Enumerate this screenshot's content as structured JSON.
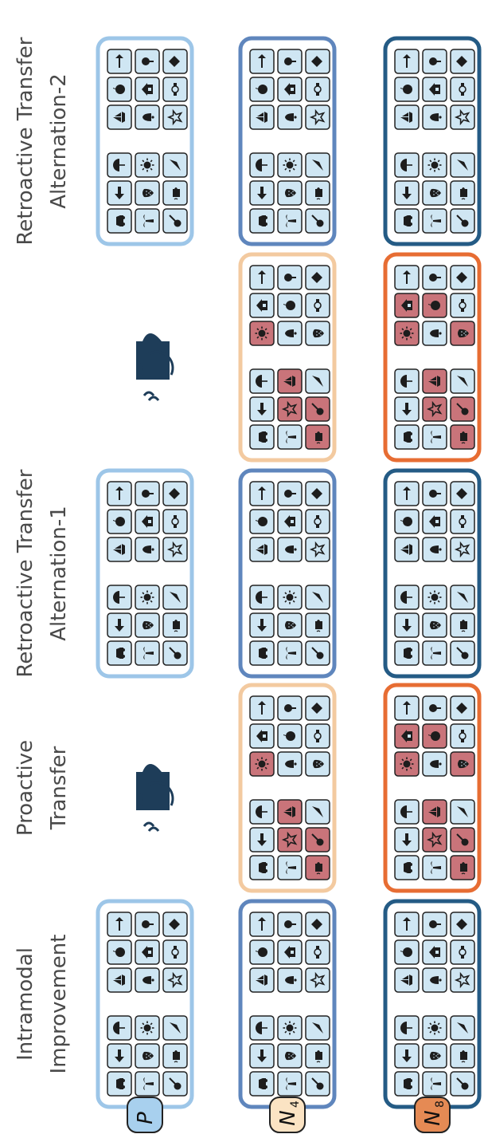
{
  "colors": {
    "p_border": "#9dc6e8",
    "n4_blue_border": "#5f86bd",
    "n8_blue_border": "#245b85",
    "n4_orange_border": "#f3caa0",
    "n8_orange_border": "#e76d33",
    "cell_fill": "#cfe6f3",
    "cell_highlight": "#c9747a",
    "cell_border": "#222222",
    "icon_ink": "#1d1d1d",
    "text": "#4a4a4a",
    "badge_p_fill": "#a8d0ee",
    "badge_n4_fill": "#fbe3c3",
    "badge_n8_fill": "#e58a54"
  },
  "row_badges": [
    {
      "label": "P",
      "subscript": ""
    },
    {
      "label": "N",
      "subscript": "4"
    },
    {
      "label": "N",
      "subscript": "8"
    }
  ],
  "columns": [
    {
      "title_lines": [
        "Intramodal",
        "Improvement"
      ],
      "type": "grid"
    },
    {
      "title_lines": [
        "Proactive",
        "Transfer"
      ],
      "type": "transfer"
    },
    {
      "title_lines": [
        "Retroactive Transfer",
        "Alternation-1"
      ],
      "type": "grid"
    },
    {
      "title_lines": [],
      "type": "transfer"
    },
    {
      "title_lines": [
        "Retroactive Transfer",
        "Alternation-2"
      ],
      "type": "grid"
    }
  ],
  "icon_sets": {
    "standard": {
      "upper": [
        [
          "arrow-stem-icon",
          "rose-icon",
          "kite-icon"
        ],
        [
          "apple-icon",
          "house-icon",
          "watch-icon"
        ],
        [
          "sailboat-icon",
          "bell-icon",
          "star-icon"
        ]
      ],
      "lower": [
        [
          "umbrella-icon",
          "sun-icon",
          "feather-icon"
        ],
        [
          "arrow-icon",
          "strawberry-icon",
          "teapot-icon"
        ],
        [
          "car-icon",
          "palm-tree-icon",
          "guitar-icon"
        ]
      ]
    },
    "transfer": {
      "upper": [
        [
          "arrow-stem-icon",
          "rose-icon",
          "kite-icon"
        ],
        [
          "house-icon",
          "apple-icon",
          "watch-icon"
        ],
        [
          "sun-icon",
          "bell-icon",
          "strawberry-icon"
        ]
      ],
      "lower": [
        [
          "umbrella-icon",
          "sailboat-icon",
          "feather-icon"
        ],
        [
          "arrow-icon",
          "star-icon",
          "guitar-icon"
        ],
        [
          "car-icon",
          "palm-tree-icon",
          "teapot-icon"
        ]
      ]
    }
  },
  "highlights": {
    "n4": [
      "upper-2-0",
      "lower-0-1",
      "lower-1-1",
      "lower-1-2",
      "lower-2-2"
    ],
    "n8": [
      "upper-1-0",
      "upper-1-1",
      "upper-2-0",
      "upper-2-2",
      "lower-0-1",
      "lower-1-1",
      "lower-1-2",
      "lower-2-2"
    ]
  },
  "teapot_glyph": "teapot-large-icon"
}
